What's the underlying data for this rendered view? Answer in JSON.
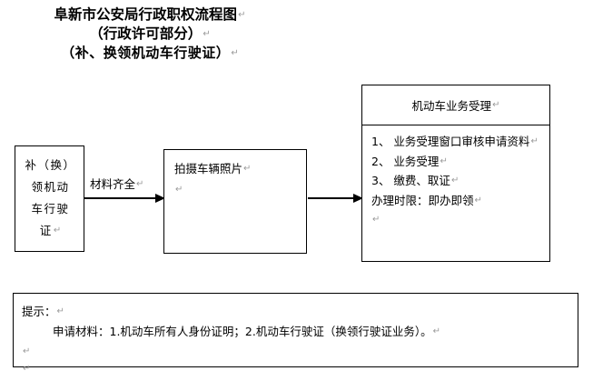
{
  "document": {
    "title_lines": [
      "阜新市公安局行政职权流程图",
      "（行政许可部分）",
      "（补、换领机动车行驶证）"
    ]
  },
  "flowchart": {
    "start_box": {
      "name": "补（换）领机动车行驶证",
      "lines": [
        "补（换）",
        "领机动",
        "车行驶",
        "证"
      ]
    },
    "photo_box": {
      "title": "拍摄车辆照片",
      "blank_line": ""
    },
    "accept_box": {
      "header": "机动车业务受理",
      "items": [
        "1、 业务受理窗口审核申请资料",
        "2、 业务受理",
        "3、 缴费、取证",
        "办理时限：即办即领"
      ],
      "items_display": [
        {
          "text": "1、 业务受理窗口审核申请资料",
          "wrap": true
        },
        {
          "text": "2、 业务受理",
          "wrap": false
        },
        {
          "text": "3、 缴费、取证",
          "wrap": false
        },
        {
          "text": "办理时限：即办即领",
          "wrap": false
        }
      ]
    },
    "arrows": [
      {
        "label": "材料齐全",
        "from": "start_box",
        "to": "photo_box"
      },
      {
        "label": "",
        "from": "photo_box",
        "to": "accept_box"
      }
    ]
  },
  "note": {
    "heading": "提示：",
    "body": "申请材料：1.机动车所有人身份证明；2.机动车行驶证（换领行驶证业务）。",
    "blank_1": "",
    "blank_2": ""
  },
  "colors": {
    "text": "#000000",
    "border": "#000000",
    "background": "#ffffff",
    "mark": "#9a9a9a"
  }
}
